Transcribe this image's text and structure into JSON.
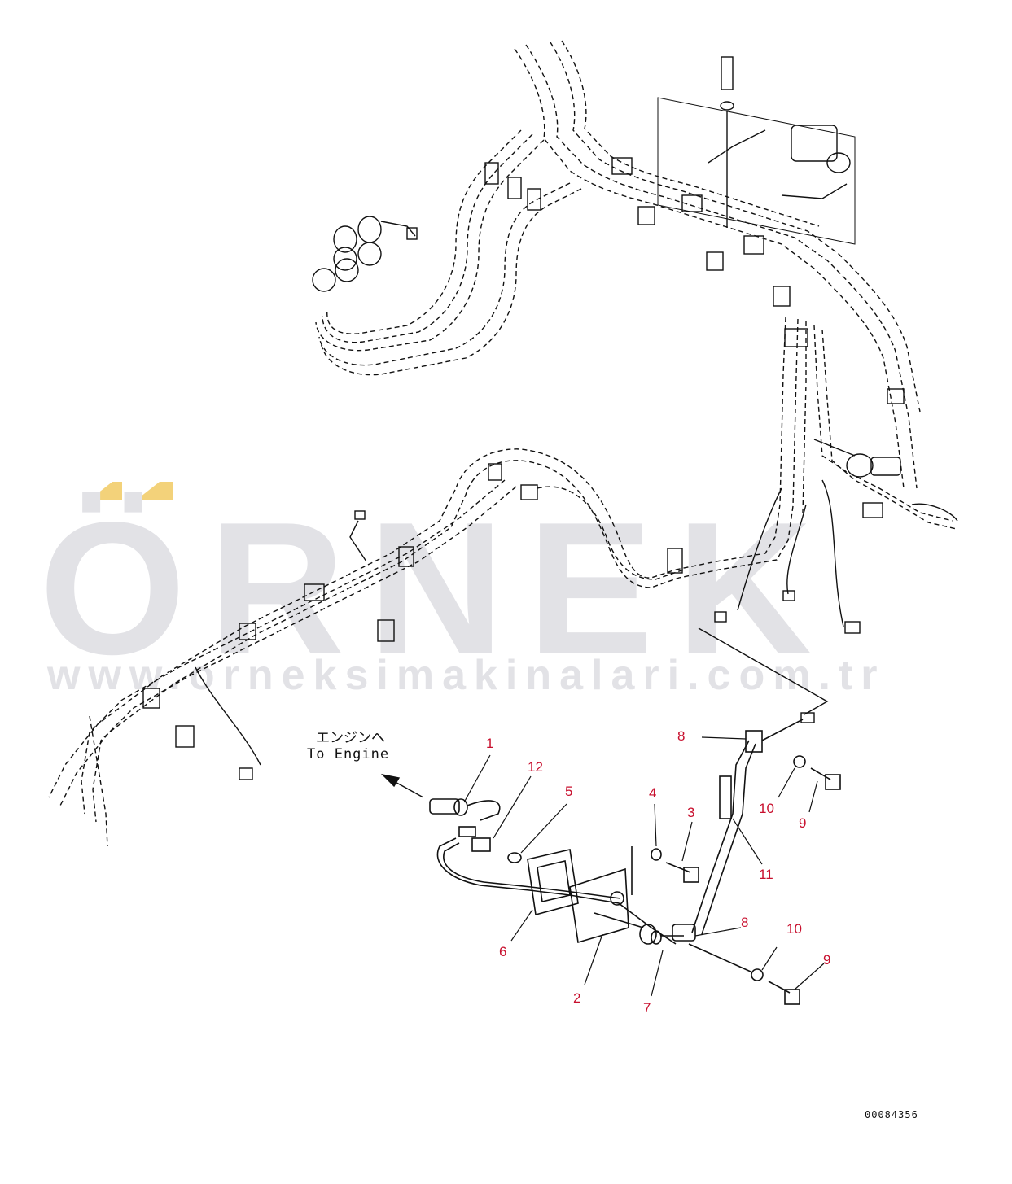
{
  "watermark": {
    "brand": "ÖRNEK",
    "url": "www.orneksimakinalari.com.tr",
    "accent_color": "#f3d27a",
    "text_color": "#e2e2e6"
  },
  "direction_label": {
    "japanese": "エンジンへ",
    "english": "To Engine"
  },
  "drawing_number": "00084356",
  "callouts": [
    {
      "id": "c1",
      "text": "1"
    },
    {
      "id": "c12",
      "text": "12"
    },
    {
      "id": "c5",
      "text": "5"
    },
    {
      "id": "c4",
      "text": "4"
    },
    {
      "id": "c3",
      "text": "3"
    },
    {
      "id": "c8a",
      "text": "8"
    },
    {
      "id": "c10a",
      "text": "10"
    },
    {
      "id": "c9a",
      "text": "9"
    },
    {
      "id": "c11",
      "text": "11"
    },
    {
      "id": "c8b",
      "text": "8"
    },
    {
      "id": "c10b",
      "text": "10"
    },
    {
      "id": "c9b",
      "text": "9"
    },
    {
      "id": "c6",
      "text": "6"
    },
    {
      "id": "c2",
      "text": "2"
    },
    {
      "id": "c7",
      "text": "7"
    }
  ],
  "colors": {
    "line": "#111111",
    "callout": "#c8102e"
  }
}
